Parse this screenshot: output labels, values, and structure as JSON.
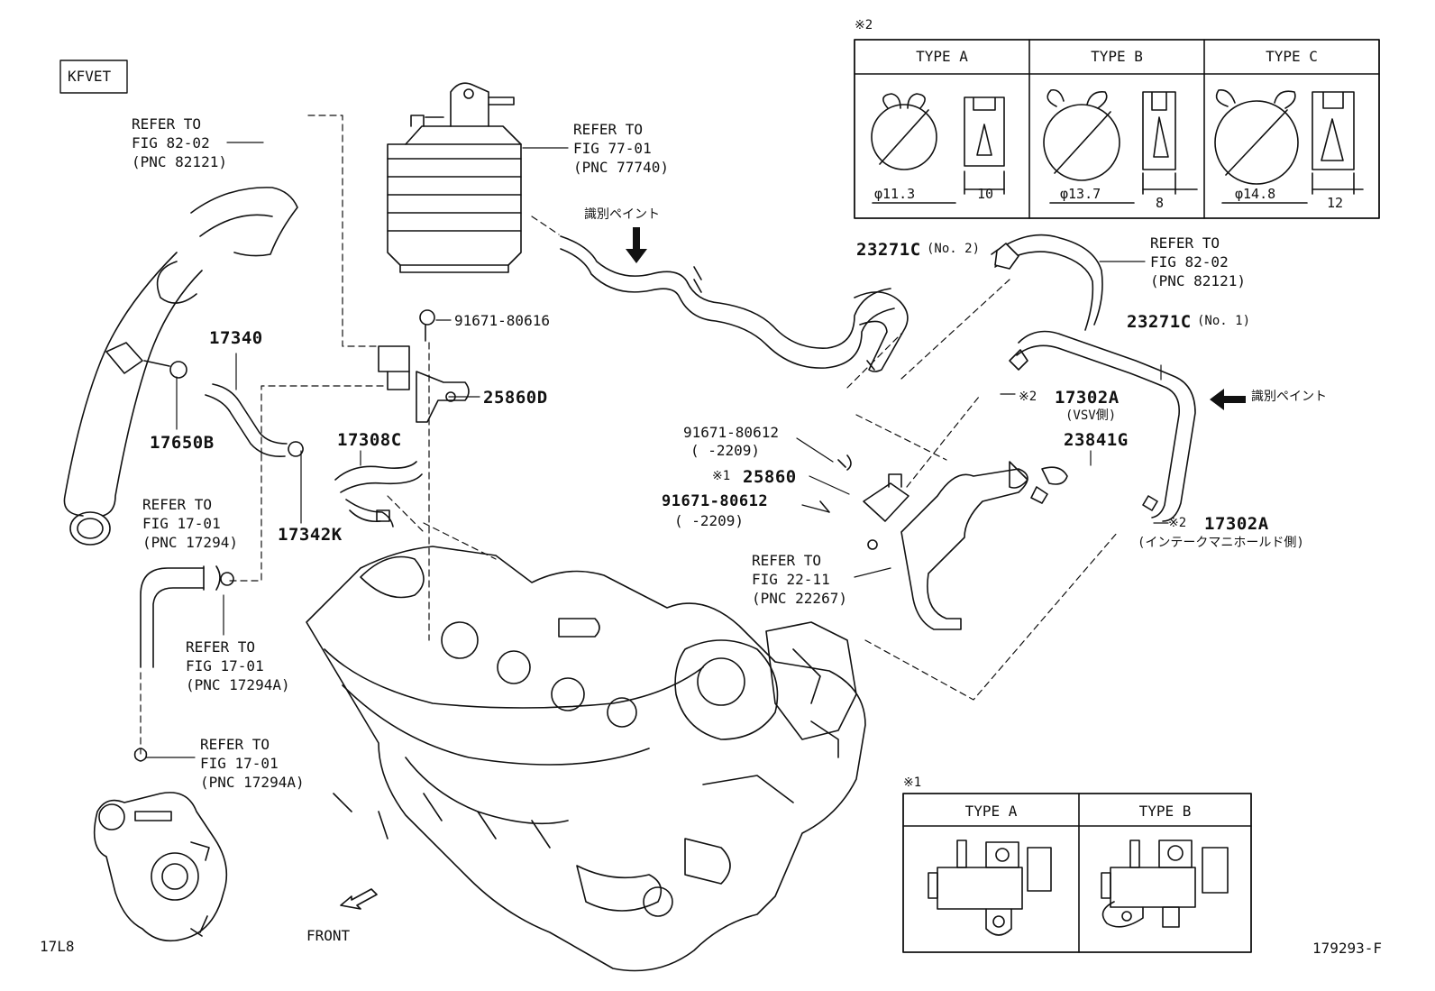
{
  "engine_code": "KFVET",
  "illustration_code": "17L8",
  "figure_number": "179293-F",
  "front_label": "FRONT",
  "paint_mark": "識別ペイント",
  "callouts": {
    "ref_82_02_a": [
      "REFER TO",
      "FIG 82-02",
      "(PNC 82121)"
    ],
    "ref_77_01": [
      "REFER TO",
      "FIG 77-01",
      "(PNC 77740)"
    ],
    "ref_82_02_b": [
      "REFER TO",
      "FIG 82-02",
      "(PNC 82121)"
    ],
    "ref_17_01_a": [
      "REFER TO",
      "FIG 17-01",
      "(PNC 17294)"
    ],
    "ref_17_01_b": [
      "REFER TO",
      "FIG 17-01",
      "(PNC 17294A)"
    ],
    "ref_17_01_c": [
      "REFER TO",
      "FIG 17-01",
      "(PNC 17294A)"
    ],
    "ref_22_11": [
      "REFER TO",
      "FIG 22-11",
      "(PNC 22267)"
    ]
  },
  "parts": {
    "p17340": "17340",
    "p17650B": "17650B",
    "p17342K": "17342K",
    "p17308C": "17308C",
    "p25860D": "25860D",
    "p91671_top": "91671-80616",
    "p23271C_2": "23271C",
    "p23271C_2_note": "(No. 2)",
    "p23271C_1": "23271C",
    "p23271C_1_note": "(No. 1)",
    "p17302A_vsv": "17302A",
    "p17302A_vsv_mark": "※2",
    "p17302A_vsv_note": "(VSV側)",
    "p23841G": "23841G",
    "p91671_a": "91671-80612",
    "p91671_a_note": "(      -2209)",
    "p25860": "25860",
    "p25860_mark": "※1",
    "p91671_b": "91671-80612",
    "p91671_b_note": "(      -2209)",
    "p17302A_int": "17302A",
    "p17302A_int_mark": "※2",
    "p17302A_int_note": "(インテークマニホールド側)"
  },
  "clamp_table": {
    "mark": "※2",
    "columns": [
      {
        "type": "TYPE A",
        "diameter": "φ11.3",
        "width": "10"
      },
      {
        "type": "TYPE B",
        "diameter": "φ13.7",
        "width": "8"
      },
      {
        "type": "TYPE C",
        "diameter": "φ14.8",
        "width": "12"
      }
    ]
  },
  "vsv_table": {
    "mark": "※1",
    "columns": [
      "TYPE A",
      "TYPE B"
    ]
  }
}
